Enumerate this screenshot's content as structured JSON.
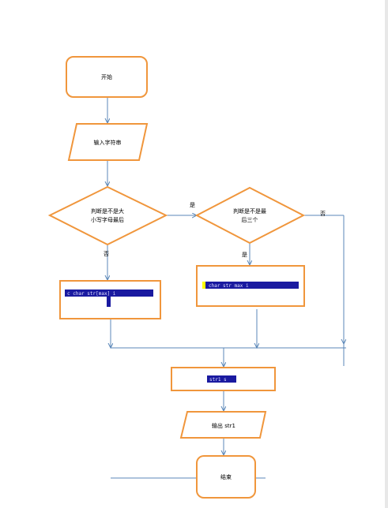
{
  "colors": {
    "shape_stroke": "#f0963c",
    "connector": "#5b87b8",
    "code_bg": "#1a1aa0",
    "code_highlight": "#ffff00"
  },
  "nodes": {
    "start": "开始",
    "input": "输入字符串",
    "decision1_line1": "判断是不是大",
    "decision1_line2": "小写字母最后",
    "decision2_line1": "判断是不是最",
    "decision2_line2": "后三个",
    "process1_code": "c  char  str[max]  i",
    "process2_code": "char  str  max  i",
    "assign": "str1  s",
    "output": "输出 str1",
    "end": "结束"
  },
  "edge_labels": {
    "d1_no": "否",
    "d1_yes": "是",
    "d2_yes": "是",
    "d2_no": "否"
  }
}
